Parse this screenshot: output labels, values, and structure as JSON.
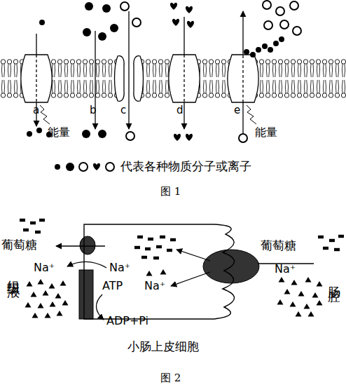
{
  "diagram": {
    "nodes": [
      {
        "text": [
          "小肠上皮细胞"
        ]
      }
    ],
    "labels": [
      "a",
      "能量",
      "b",
      "c",
      "d",
      "e",
      "能量",
      "图 1",
      "葡萄糖",
      "葡萄糖",
      "Na⁺",
      "Na⁺",
      "ATP",
      "Na⁺",
      "ADP+Pi",
      "Na⁺",
      "组织液",
      "肠腔",
      "图 2"
    ],
    "legend": [
      {
        "text": "代表各种物质分子或离子"
      }
    ]
  }
}
